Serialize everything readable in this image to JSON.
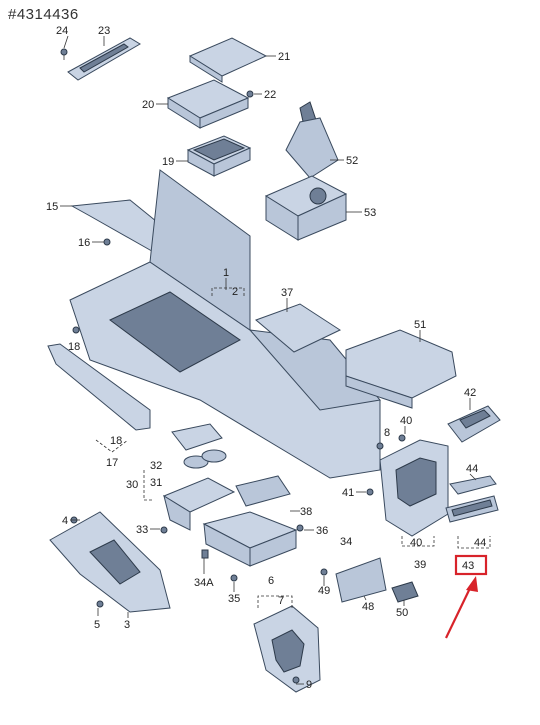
{
  "reference_number": "#4314436",
  "highlight_color": "#d8232a",
  "callouts": [
    {
      "id": "c24",
      "text": "24"
    },
    {
      "id": "c23",
      "text": "23"
    },
    {
      "id": "c21",
      "text": "21"
    },
    {
      "id": "c22",
      "text": "22"
    },
    {
      "id": "c20",
      "text": "20"
    },
    {
      "id": "c19",
      "text": "19"
    },
    {
      "id": "c52",
      "text": "52"
    },
    {
      "id": "c15",
      "text": "15"
    },
    {
      "id": "c16",
      "text": "16"
    },
    {
      "id": "c53",
      "text": "53"
    },
    {
      "id": "c1",
      "text": "1"
    },
    {
      "id": "c2",
      "text": "2"
    },
    {
      "id": "c37",
      "text": "37"
    },
    {
      "id": "c51",
      "text": "51"
    },
    {
      "id": "c18a",
      "text": "18"
    },
    {
      "id": "c18b",
      "text": "18"
    },
    {
      "id": "c17",
      "text": "17"
    },
    {
      "id": "c42",
      "text": "42"
    },
    {
      "id": "c40a",
      "text": "40"
    },
    {
      "id": "c8",
      "text": "8"
    },
    {
      "id": "c32",
      "text": "32"
    },
    {
      "id": "c31",
      "text": "31"
    },
    {
      "id": "c30",
      "text": "30"
    },
    {
      "id": "c44a",
      "text": "44"
    },
    {
      "id": "c41",
      "text": "41"
    },
    {
      "id": "c38",
      "text": "38"
    },
    {
      "id": "c4",
      "text": "4"
    },
    {
      "id": "c33",
      "text": "33"
    },
    {
      "id": "c36",
      "text": "36"
    },
    {
      "id": "c34",
      "text": "34"
    },
    {
      "id": "c40b",
      "text": "40"
    },
    {
      "id": "c44b",
      "text": "44"
    },
    {
      "id": "c39",
      "text": "39"
    },
    {
      "id": "c43",
      "text": "43"
    },
    {
      "id": "c34A",
      "text": "34A"
    },
    {
      "id": "c6",
      "text": "6"
    },
    {
      "id": "c49",
      "text": "49"
    },
    {
      "id": "c35",
      "text": "35"
    },
    {
      "id": "c7",
      "text": "7"
    },
    {
      "id": "c48",
      "text": "48"
    },
    {
      "id": "c50",
      "text": "50"
    },
    {
      "id": "c5",
      "text": "5"
    },
    {
      "id": "c3",
      "text": "3"
    },
    {
      "id": "c9",
      "text": "9"
    }
  ]
}
